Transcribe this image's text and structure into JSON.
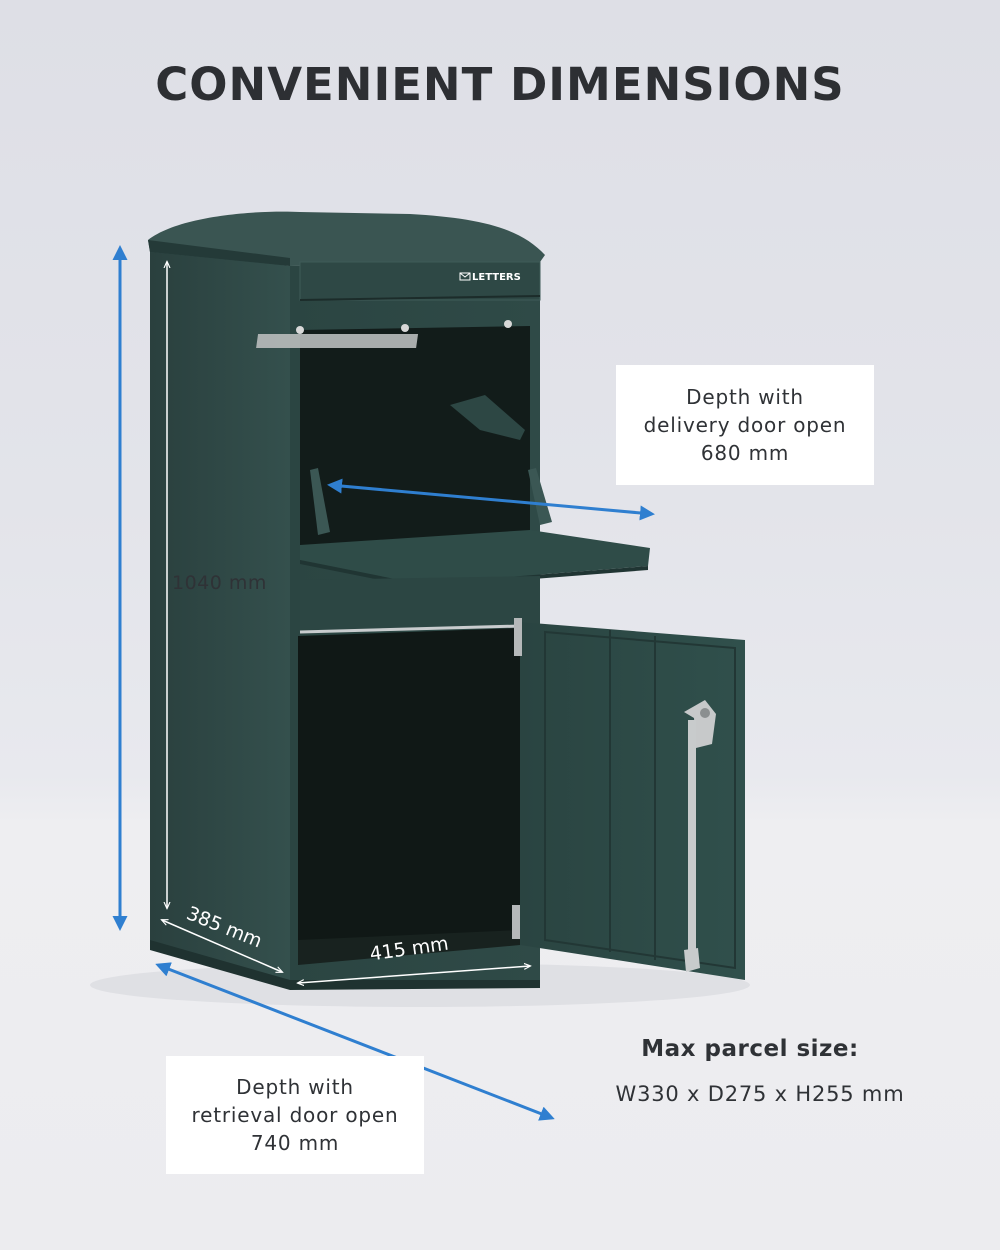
{
  "title": "CONVENIENT DIMENSIONS",
  "product": {
    "slot_label": "LETTERS",
    "colors": {
      "body": "#2b4542",
      "body_dark": "#223735",
      "interior": "#0f1614",
      "accent_arrow": "#2f7fd0"
    },
    "icons": [
      "envelope-icon",
      "hinge-icon",
      "lock-icon"
    ]
  },
  "dimensions": {
    "height": "1040 mm",
    "side_depth": "385 mm",
    "front_width": "415 mm",
    "delivery_depth": {
      "line1": "Depth with",
      "line2": "delivery door open",
      "line3": "680 mm"
    },
    "retrieval_depth": {
      "line1": "Depth with",
      "line2": "retrieval door open",
      "line3": "740 mm"
    }
  },
  "parcel": {
    "title": "Max parcel size:",
    "value": "W330 x D275 x H255 mm"
  }
}
